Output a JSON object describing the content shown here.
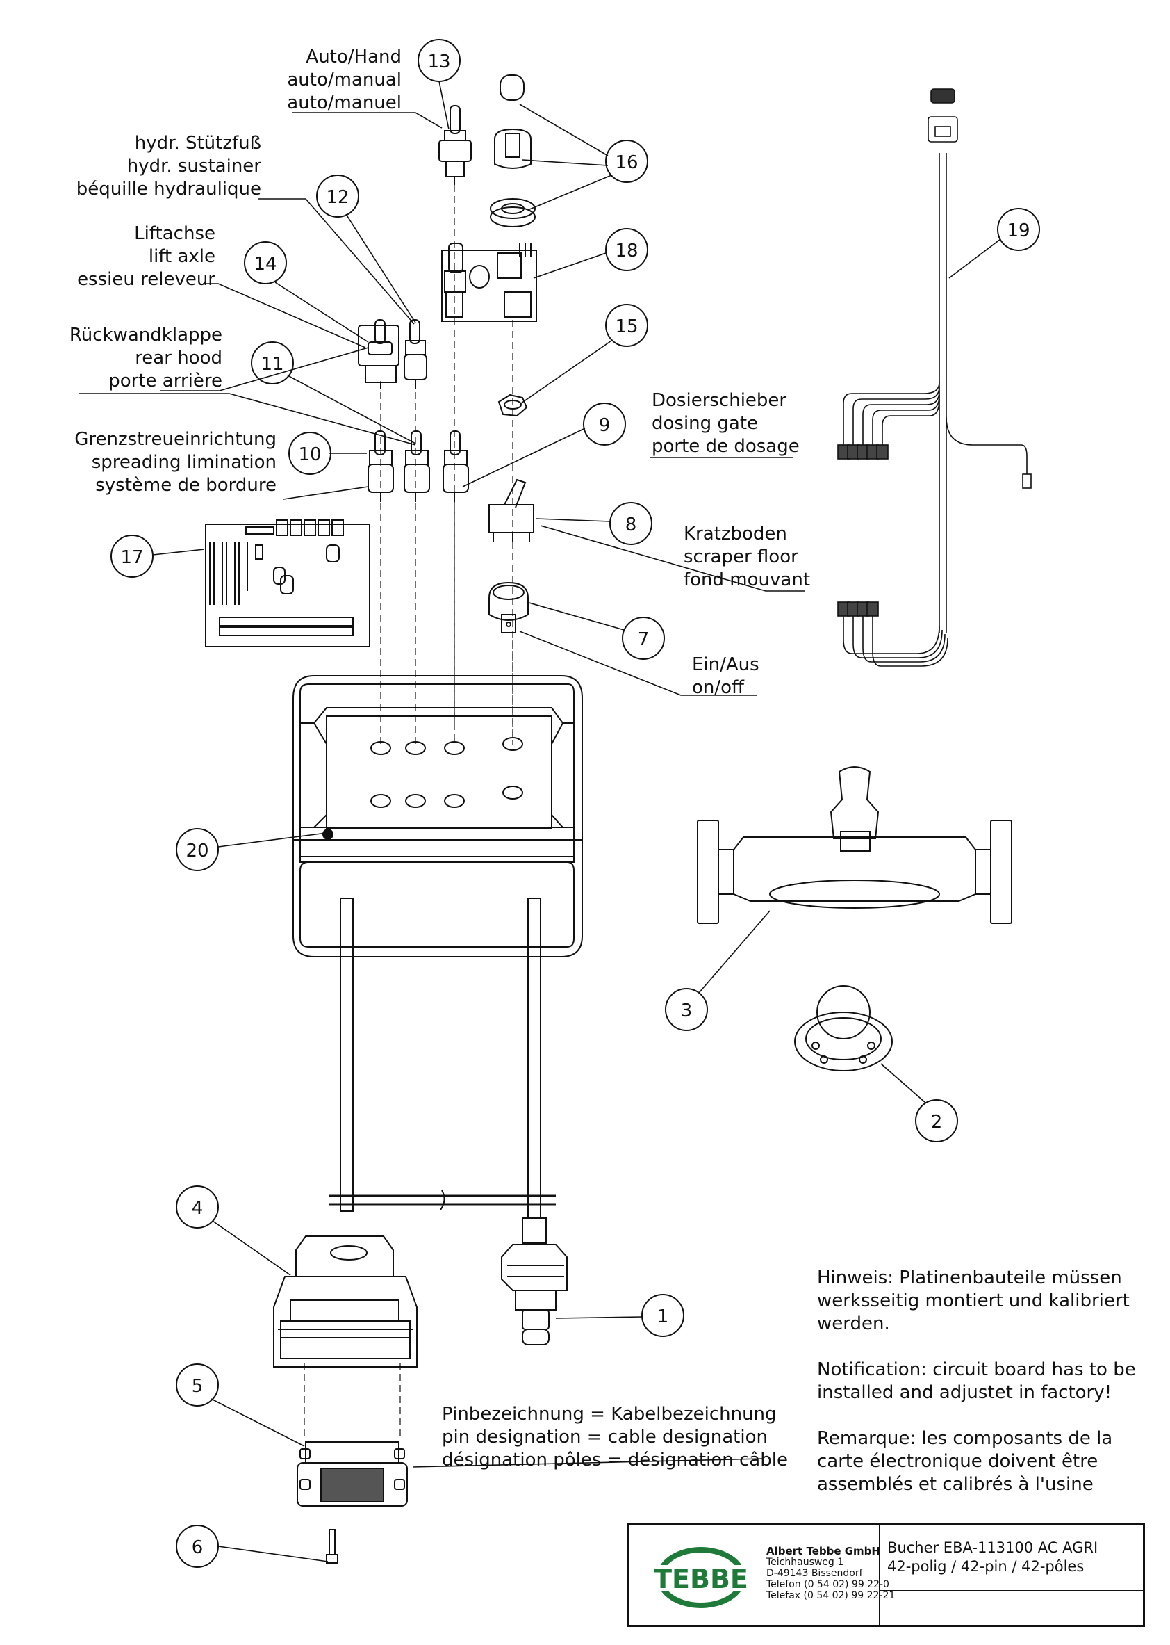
{
  "labels": {
    "auto_hand": [
      "Auto/Hand",
      "auto/manual",
      "auto/manuel"
    ],
    "sustainer": [
      "hydr. Stützfuß",
      "hydr. sustainer",
      "béquille hydraulique"
    ],
    "lift_axle": [
      "Liftachse",
      "lift axle",
      "essieu releveur"
    ],
    "rear_hood": [
      "Rückwandklappe",
      "rear hood",
      "porte arrière"
    ],
    "spreading": [
      "Grenzstreueinrichtung",
      "spreading limination",
      "système de bordure"
    ],
    "dosing": [
      "Dosierschieber",
      "dosing gate",
      "porte de dosage"
    ],
    "scraper": [
      "Kratzboden",
      "scraper floor",
      "fond mouvant"
    ],
    "onoff": [
      "Ein/Aus",
      "on/off"
    ],
    "pins": [
      "Pinbezeichnung = Kabelbezeichnung",
      "pin designation = cable designation",
      "désignation pôles = désignation câble"
    ]
  },
  "callouts": [
    "1",
    "2",
    "3",
    "4",
    "5",
    "6",
    "7",
    "8",
    "9",
    "10",
    "11",
    "12",
    "13",
    "14",
    "15",
    "16",
    "17",
    "18",
    "19",
    "20"
  ],
  "notes": [
    "Hinweis: Platinenbauteile müssen werksseitig montiert und kalibriert werden.",
    "Notification: circuit board has to be installed and adjustet in factory!",
    "Remarque: les composants de la carte électronique doivent être assemblés et calibrés à l'usine"
  ],
  "titleblock": {
    "logo": "TEBBE",
    "company_name": "Albert Tebbe GmbH",
    "company_lines": [
      "Teichhausweg 1",
      "D-49143 Bissendorf",
      "Telefon (0 54 02) 99 22-0",
      "Telefax (0 54 02) 99 22-21"
    ],
    "drawing_title": "Bucher EBA-113100 AC AGRI",
    "drawing_subtitle": "42-polig / 42-pin / 42-pôles"
  },
  "colors": {
    "line": "#111111",
    "logo_green": "#1f7a3a"
  }
}
